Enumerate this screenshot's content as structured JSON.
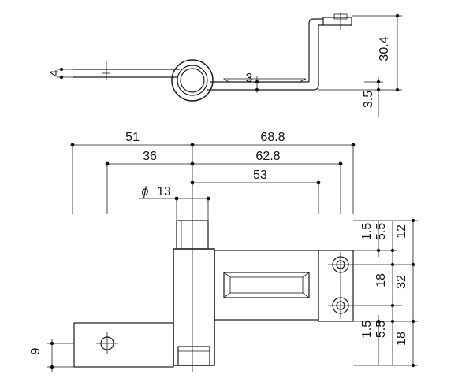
{
  "dimensions": {
    "top_view": {
      "plate_thickness": "4",
      "loop_gap": "3",
      "height_total": "30.4",
      "height_small": "3.5"
    },
    "front_view": {
      "width_51": "51",
      "width_68_8": "68.8",
      "width_36": "36",
      "width_62_8": "62.8",
      "width_53": "53",
      "pin_diameter_symbol": "ϕ",
      "pin_diameter": "13",
      "right_1_5_top": "1.5",
      "right_5_5_top": "5.5",
      "right_12": "12",
      "right_18_mid": "18",
      "right_32": "32",
      "right_1_5_bottom": "1.5",
      "right_5_5_bottom": "5.5",
      "right_18_bottom": "18",
      "left_9": "9"
    }
  }
}
